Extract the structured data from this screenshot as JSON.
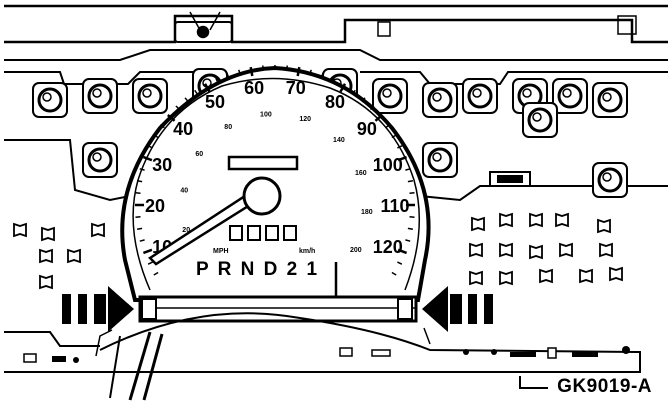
{
  "speedometer": {
    "mph_labels": [
      "10",
      "20",
      "30",
      "40",
      "50",
      "60",
      "70",
      "80",
      "90",
      "100",
      "110",
      "120"
    ],
    "kmh_labels": [
      "20",
      "40",
      "60",
      "80",
      "100",
      "120",
      "140",
      "160",
      "180",
      "200"
    ],
    "mph_unit": "MPH",
    "kmh_unit": "km/h"
  },
  "prndl": "P  R N D 2 1",
  "reference_code": "GK9019-A",
  "colors": {
    "ink": "#000000",
    "paper": "#ffffff"
  }
}
